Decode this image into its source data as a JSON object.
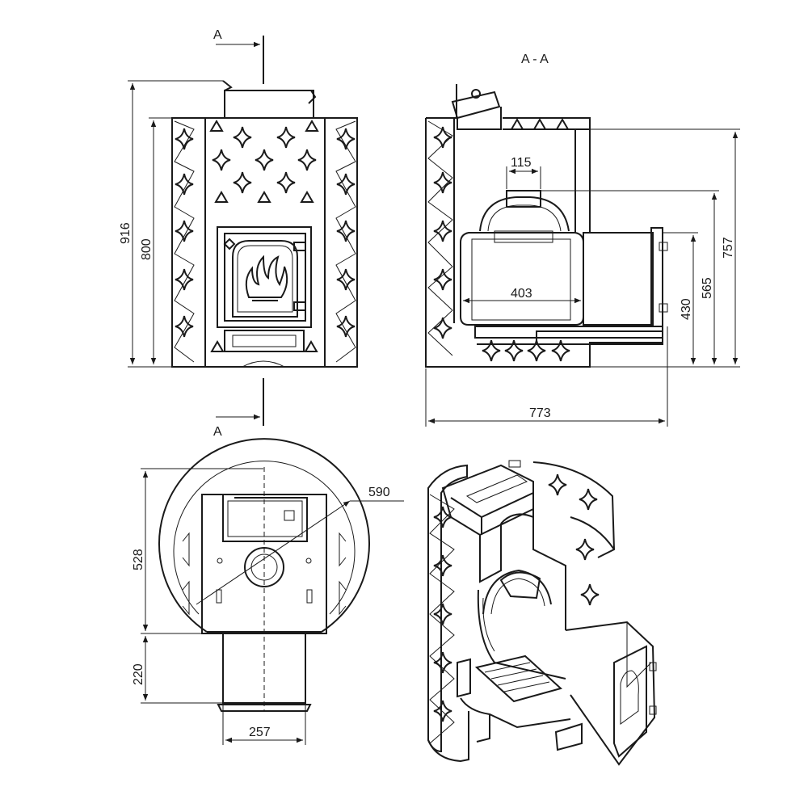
{
  "section_label": "A - A",
  "cut_labels": {
    "top": "A",
    "bottom": "A"
  },
  "front_view": {
    "dims": {
      "total_height": "916",
      "body_height": "800"
    }
  },
  "section_view": {
    "dims": {
      "pipe_diameter": "115",
      "firebox_width": "403",
      "total_depth": "773",
      "height_757": "757",
      "height_565": "565",
      "height_430": "430"
    }
  },
  "top_view": {
    "dims": {
      "outer_diameter": "590",
      "body_depth": "528",
      "tunnel_length": "220",
      "tunnel_width": "257"
    }
  },
  "colors": {
    "line": "#1a1a1a",
    "background": "#ffffff"
  }
}
